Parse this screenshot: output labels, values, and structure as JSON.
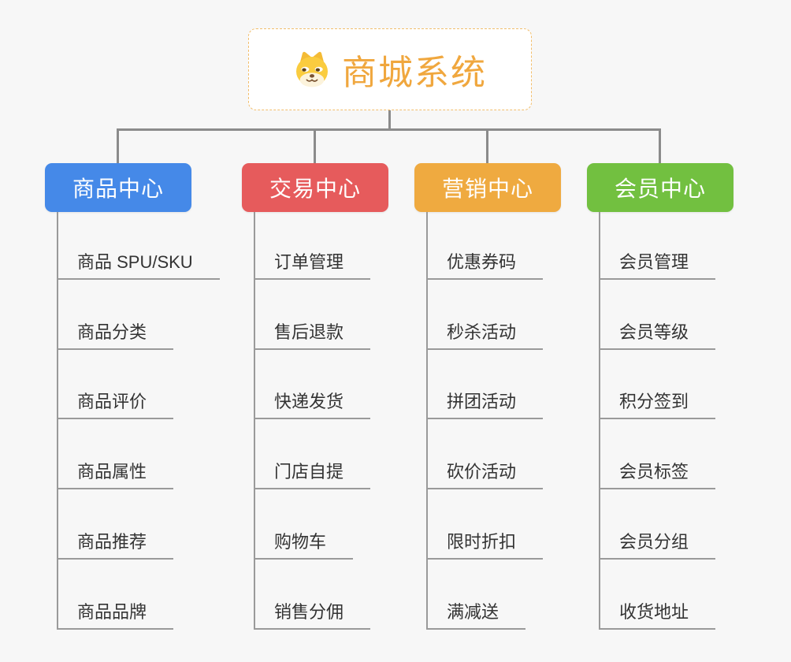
{
  "root": {
    "title": "商城系统",
    "icon": "shiba-dog-icon"
  },
  "colors": {
    "background": "#F7F7F7",
    "connector": "#8B8B8B",
    "leaf_line": "#9A9A9A",
    "leaf_text": "#333333",
    "root_accent": "#F0A73E",
    "root_border": "#F2BE6C",
    "branch_product": "#4589E8",
    "branch_trade": "#E65B5C",
    "branch_marketing": "#EFAA40",
    "branch_member": "#72C040"
  },
  "branches": [
    {
      "label": "商品中心",
      "color": "#4589E8",
      "children": [
        "商品 SPU/SKU",
        "商品分类",
        "商品评价",
        "商品属性",
        "商品推荐",
        "商品品牌"
      ]
    },
    {
      "label": "交易中心",
      "color": "#E65B5C",
      "children": [
        "订单管理",
        "售后退款",
        "快递发货",
        "门店自提",
        "购物车",
        "销售分佣"
      ]
    },
    {
      "label": "营销中心",
      "color": "#EFAA40",
      "children": [
        "优惠券码",
        "秒杀活动",
        "拼团活动",
        "砍价活动",
        "限时折扣",
        "满减送"
      ]
    },
    {
      "label": "会员中心",
      "color": "#72C040",
      "children": [
        "会员管理",
        "会员等级",
        "积分签到",
        "会员标签",
        "会员分组",
        "收货地址"
      ]
    }
  ]
}
